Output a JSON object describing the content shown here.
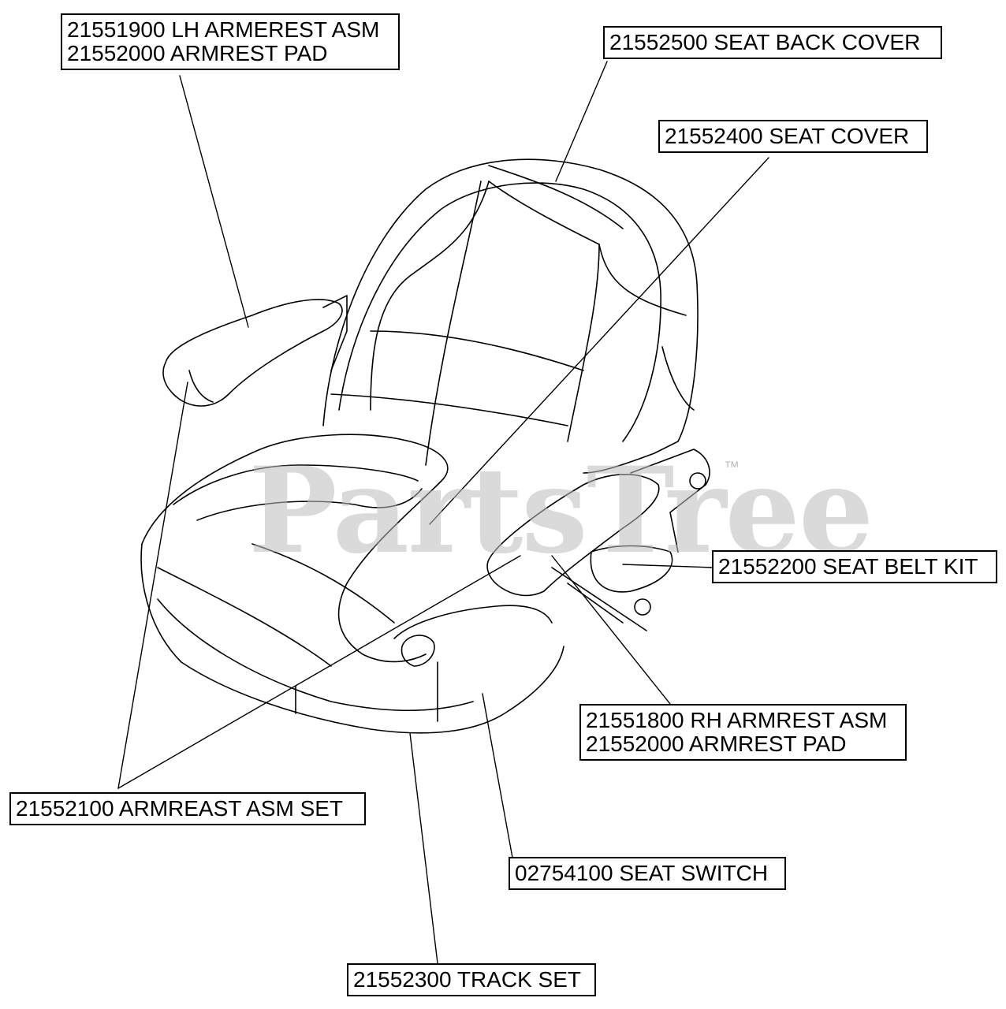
{
  "watermark": {
    "text": "PartsTree",
    "trademark": "™"
  },
  "callouts": [
    {
      "id": "lh-armrest",
      "lines": [
        "21551900 LH ARMEREST ASM",
        "21552000 ARMREST PAD"
      ]
    },
    {
      "id": "seat-back-cover",
      "lines": [
        "21552500 SEAT BACK COVER"
      ]
    },
    {
      "id": "seat-cover",
      "lines": [
        "21552400 SEAT COVER"
      ]
    },
    {
      "id": "seat-belt-kit",
      "lines": [
        "21552200 SEAT BELT KIT"
      ]
    },
    {
      "id": "rh-armrest",
      "lines": [
        "21551800 RH ARMREST ASM",
        "21552000 ARMREST PAD"
      ]
    },
    {
      "id": "armrest-set",
      "lines": [
        "21552100 ARMREAST ASM SET"
      ]
    },
    {
      "id": "seat-switch",
      "lines": [
        "02754100 SEAT SWITCH"
      ]
    },
    {
      "id": "track-set",
      "lines": [
        "21552300 TRACK SET"
      ]
    }
  ]
}
